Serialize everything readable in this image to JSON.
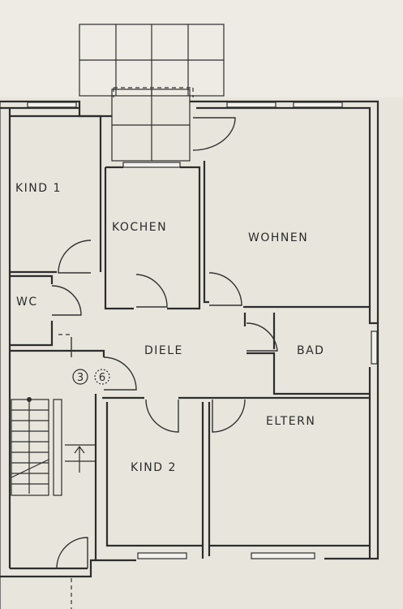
{
  "rooms": {
    "kind1": "KIND 1",
    "kochen": "KOCHEN",
    "wohnen": "WOHNEN",
    "wc": "WC",
    "diele": "DIELE",
    "bad": "BAD",
    "eltern": "ELTERN",
    "kind2": "KIND 2"
  },
  "markers": {
    "circle_3": "3",
    "circle_6": "6"
  }
}
